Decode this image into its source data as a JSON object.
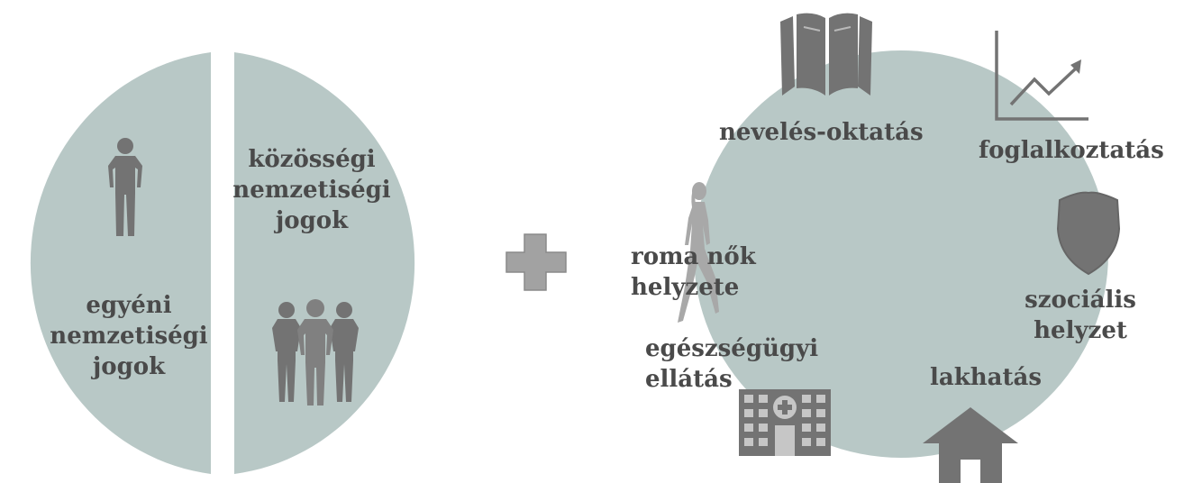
{
  "colors": {
    "circle": "#b8c8c6",
    "icon": "#737373",
    "plus": "#a2a2a2",
    "text": "#4a4a4a"
  },
  "left": {
    "left_half": [
      "egyéni",
      "nemzetiségi",
      "jogok"
    ],
    "right_half": [
      "közösségi",
      "nemzetiségi",
      "jogok"
    ]
  },
  "right": {
    "education": "nevelés-oktatás",
    "employment": "foglalkoztatás",
    "social": [
      "szociális",
      "helyzet"
    ],
    "housing": "lakhatás",
    "health": [
      "egészségügyi",
      "ellátás"
    ],
    "women": [
      "roma nők",
      "helyzete"
    ]
  },
  "icons": [
    "person-icon",
    "group-icon",
    "plus-icon",
    "book-icon",
    "chart-icon",
    "shield-icon",
    "house-icon",
    "hospital-icon",
    "walking-woman-icon"
  ]
}
